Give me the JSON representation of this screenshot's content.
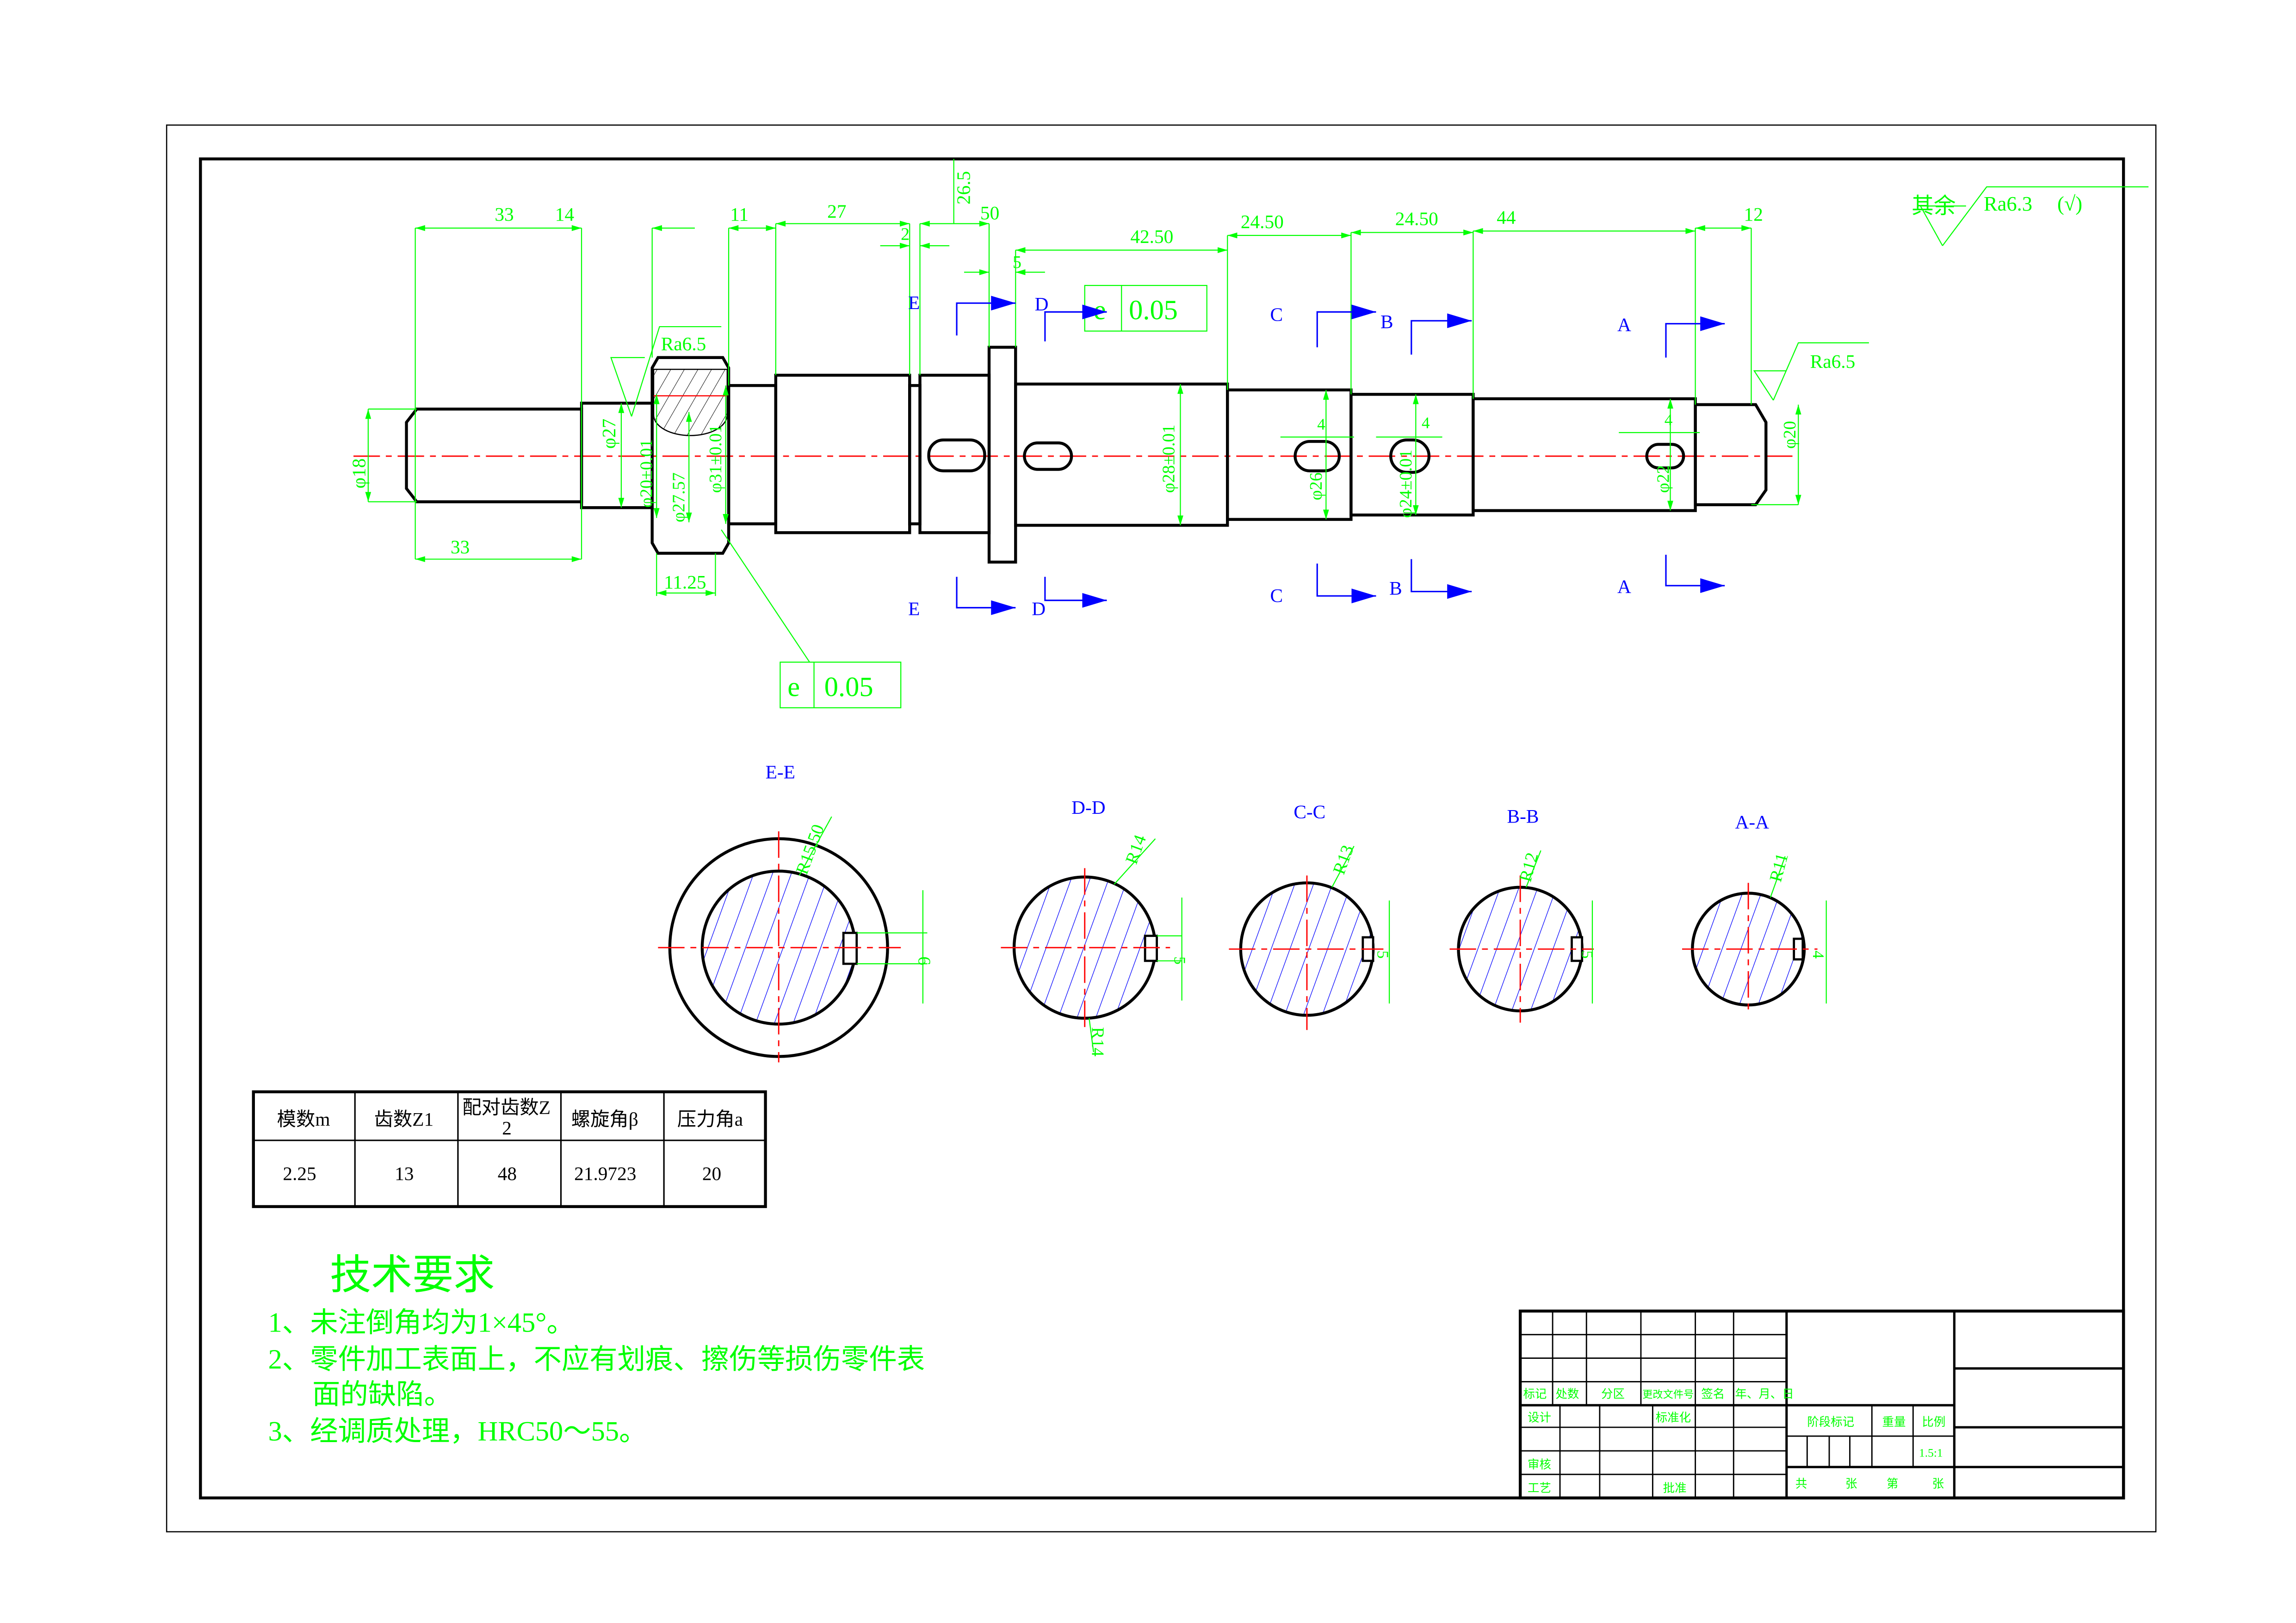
{
  "colors": {
    "outline": "#000000",
    "dimension": "#00ff00",
    "centerline": "#ff0000",
    "section": "#0000ff"
  },
  "dimensions": {
    "top": {
      "d33": "33",
      "d14": "14",
      "d11": "11",
      "d27": "27",
      "d2": "2",
      "d26_5": "26.5",
      "d50": "50",
      "d5": "5",
      "d42_50": "42.50",
      "d24_50a": "24.50",
      "d24_50b": "24.50",
      "d44": "44",
      "d12": "12"
    },
    "bottom": {
      "d33": "33",
      "d11_25": "11.25"
    },
    "diameters": {
      "phi18": "φ18",
      "phi27": "φ27",
      "phi20": "φ20±0.01",
      "phi27_57": "φ27.57",
      "phi31": "φ31±0.01",
      "phi28": "φ28±0.01",
      "phi26": "φ26",
      "phi24": "φ24±0.01",
      "phi22": "φ22",
      "phi20_end": "φ20"
    },
    "keyway": {
      "w1": "4",
      "w2": "4",
      "w3": "4"
    }
  },
  "roughness": {
    "general_prefix": "其余",
    "general": "Ra6.3",
    "general_suffix": "(√)",
    "gear": "Ra6.5",
    "end": "Ra6.5"
  },
  "tolerances": [
    {
      "symbol": "e",
      "value": "0.05"
    },
    {
      "symbol": "e",
      "value": "0.05"
    }
  ],
  "section_marks": {
    "E": "E",
    "D": "D",
    "C": "C",
    "B": "B",
    "A": "A"
  },
  "sections": [
    {
      "title": "E-E",
      "radius": "R15.50",
      "key": "6"
    },
    {
      "title": "D-D",
      "radius": "R14",
      "radius2": "R14",
      "key": "5"
    },
    {
      "title": "C-C",
      "radius": "R13",
      "key": "5"
    },
    {
      "title": "B-B",
      "radius": "R12",
      "key": "5"
    },
    {
      "title": "A-A",
      "radius": "R11",
      "key": "4"
    }
  ],
  "gear_table": {
    "headers": [
      "模数m",
      "齿数Z1",
      "配对齿数Z",
      "螺旋角β",
      "压力角a"
    ],
    "header_sub": "2",
    "values": [
      "2.25",
      "13",
      "48",
      "21.9723",
      "20"
    ]
  },
  "tech": {
    "title": "技术要求",
    "lines": [
      "1、未注倒角均为1×45°。",
      "2、零件加工表面上，不应有划痕、擦伤等损伤零件表",
      "面的缺陷。",
      "3、经调质处理，HRC50～55。"
    ]
  },
  "title_block": {
    "header": [
      "标记",
      "处数",
      "分区",
      "更改文件号",
      "签名",
      "年、月、日"
    ],
    "design": "设计",
    "standard": "标准化",
    "review": "审核",
    "process": "工艺",
    "approve": "批准",
    "stage": "阶段标记",
    "weight": "重量",
    "scale_label": "比例",
    "scale": "1.5:1",
    "total": "共",
    "sheets": "张",
    "no": "第",
    "sheet": "张"
  }
}
